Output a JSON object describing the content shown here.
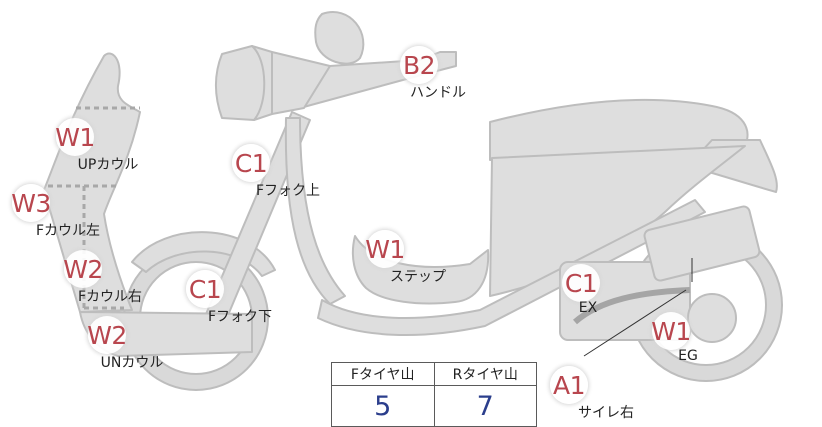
{
  "colors": {
    "body_fill": "#dedede",
    "body_stroke": "#bdbdbd",
    "dot_line": "#a8a8a8",
    "badge_text": "#b8464e",
    "value_text": "#2b3e8c"
  },
  "markers": [
    {
      "id": "b2-handle",
      "code": "B2",
      "label": "ハンドル"
    },
    {
      "id": "w1-up-cowl",
      "code": "W1",
      "label": "UPカウル"
    },
    {
      "id": "c1-fork-upper",
      "code": "C1",
      "label": "Fフォク上"
    },
    {
      "id": "w3-f-cowl-left",
      "code": "W3",
      "label": "Fカウル左"
    },
    {
      "id": "w1-step",
      "code": "W1",
      "label": "ステップ"
    },
    {
      "id": "w2-f-cowl-right",
      "code": "W2",
      "label": "Fカウル右"
    },
    {
      "id": "c1-fork-lower",
      "code": "C1",
      "label": "Fフォク下"
    },
    {
      "id": "c1-ex",
      "code": "C1",
      "label": "EX"
    },
    {
      "id": "w2-un-cowl",
      "code": "W2",
      "label": "UNカウル"
    },
    {
      "id": "w1-eg",
      "code": "W1",
      "label": "EG"
    },
    {
      "id": "a1-side-right",
      "code": "A1",
      "label": "サイレ右"
    }
  ],
  "tread_table": {
    "headers": [
      "Fタイヤ山",
      "Rタイヤ山"
    ],
    "values": [
      "5",
      "7"
    ]
  }
}
